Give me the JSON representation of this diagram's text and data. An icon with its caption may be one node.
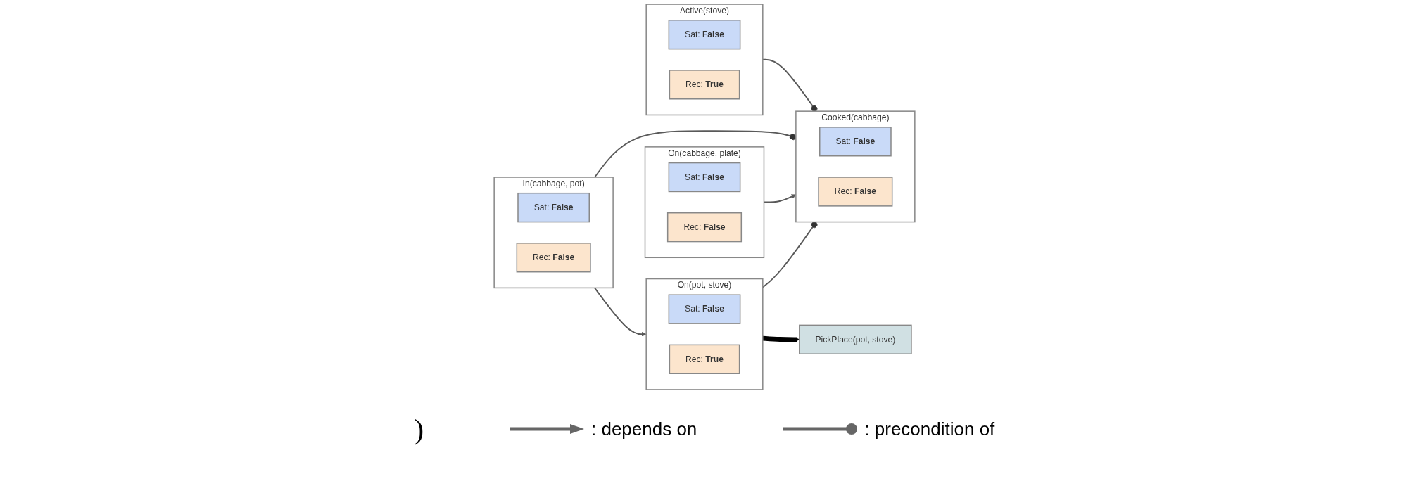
{
  "diagram": {
    "nodes": [
      {
        "text": [
          "Cooked(cabbage)"
        ]
      },
      {
        "text": [
          "Sat: **False**"
        ],
        "in": 0
      },
      {
        "text": [
          "Rec: **False**"
        ],
        "in": 0
      },
      {
        "text": [
          "On(cabbage, plate)"
        ]
      },
      {
        "text": [
          "Sat: **False**"
        ],
        "in": 3
      },
      {
        "text": [
          "Rec: **False**"
        ],
        "in": 3
      },
      {
        "text": [
          "In(cabbage, pot)"
        ]
      },
      {
        "text": [
          "Sat: **False**"
        ],
        "in": 6
      },
      {
        "text": [
          "Rec: **False**"
        ],
        "in": 6
      },
      {
        "text": [
          "On(pot, stove)"
        ]
      },
      {
        "text": [
          "Sat: **False**"
        ],
        "in": 9
      },
      {
        "text": [
          "Rec: **True**"
        ],
        "in": 9
      },
      {
        "text": [
          "Active(stove)"
        ]
      },
      {
        "text": [
          "Sat: **False**"
        ],
        "in": 12
      },
      {
        "text": [
          "Rec: **True**"
        ],
        "in": 12
      },
      {
        "text": [
          "PickPlace(pot, stove)"
        ]
      }
    ],
    "edges": [
      {
        "from": 3,
        "to": 0,
        "arrow": "to"
      },
      {
        "from": 6,
        "to": 0,
        "arrow": "other"
      },
      {
        "from": 9,
        "to": 0,
        "arrow": "other"
      },
      {
        "from": 12,
        "to": 0,
        "arrow": "other"
      },
      {
        "from": 6,
        "to": 9,
        "arrow": "to"
      },
      {
        "from": 9,
        "to": 15,
        "arrow": "to",
        "style": "thick",
        "color": "#000000"
      }
    ],
    "labels": [
      ")"
    ],
    "legend": [
      {
        "text": ": depends on"
      },
      {
        "text": ": precondition of"
      }
    ]
  }
}
